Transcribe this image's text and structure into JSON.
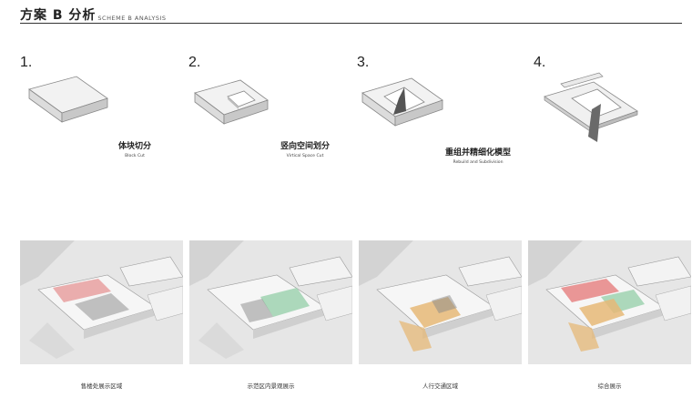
{
  "header": {
    "title_cn": "方案 B 分析",
    "title_en": "SCHEME B  ANALYSIS"
  },
  "steps": [
    {
      "num": "1.",
      "label_cn": "体块切分",
      "label_en": "Block Cut"
    },
    {
      "num": "2.",
      "label_cn": "竖向空间划分",
      "label_en": "Virtical Space Cut"
    },
    {
      "num": "3.",
      "label_cn": "重组并精细化模型",
      "label_en": "Rebuild and Subdivision"
    },
    {
      "num": "4.",
      "label_cn": "",
      "label_en": ""
    }
  ],
  "renders": [
    {
      "caption": "售楼处展示区域",
      "highlight": "pink",
      "color": "#e8a0a0"
    },
    {
      "caption": "示范区内景观展示",
      "highlight": "green",
      "color": "#9fd2b0"
    },
    {
      "caption": "人行交通区域",
      "highlight": "orange",
      "color": "#e6b877"
    },
    {
      "caption": "综合展示",
      "highlight": "mixed",
      "color": "#e88c8c"
    }
  ]
}
